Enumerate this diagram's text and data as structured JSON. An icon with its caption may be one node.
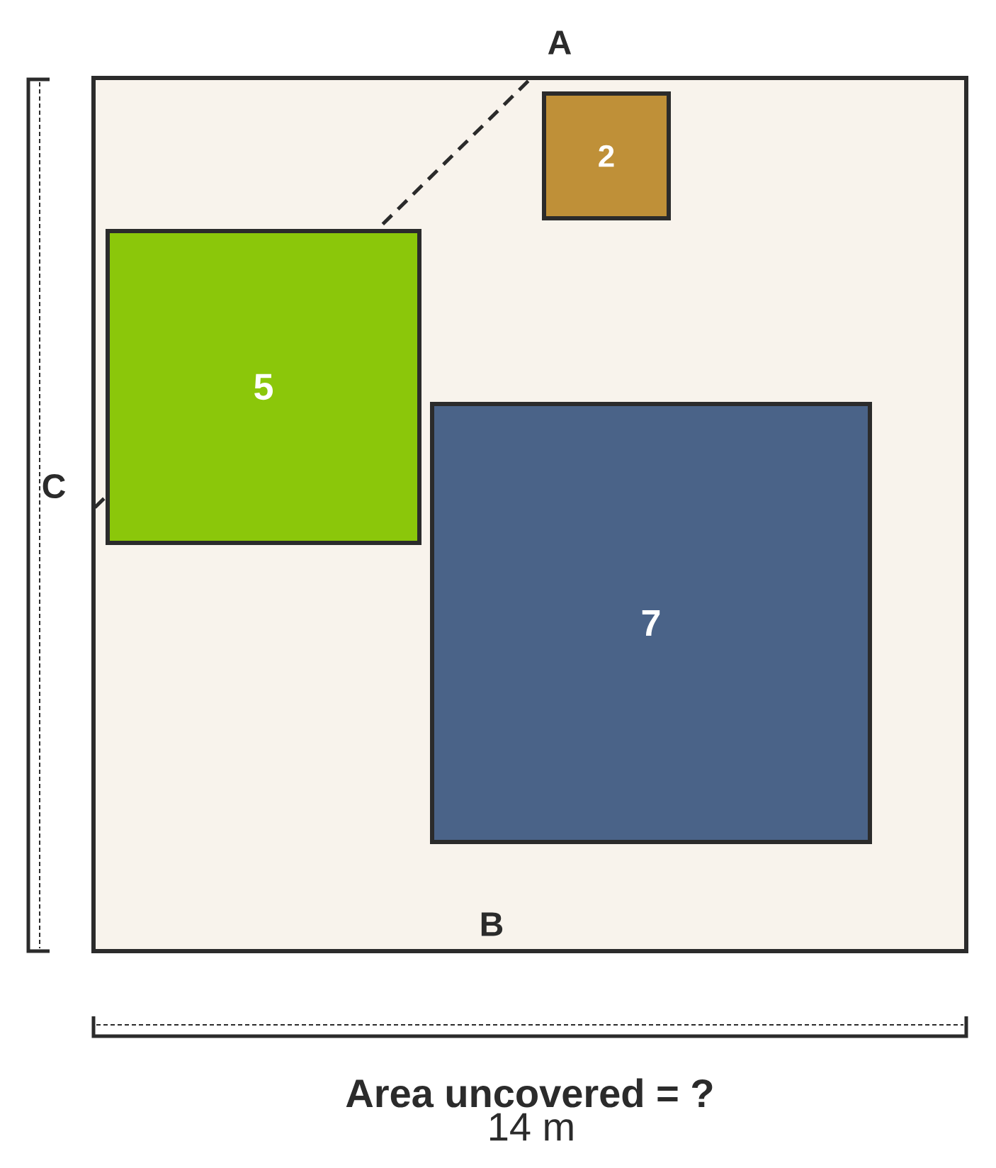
{
  "diagram": {
    "nodes": [
      {
        "text": [],
        "shape": "box"
      },
      {
        "text": [
          "2"
        ],
        "in": 0
      },
      {
        "text": [
          "5"
        ],
        "in": 0
      },
      {
        "text": [
          "7"
        ],
        "in": 0
      }
    ],
    "labels": [
      "A",
      "C",
      "B",
      "Area uncovered = ?",
      "14 m"
    ]
  }
}
